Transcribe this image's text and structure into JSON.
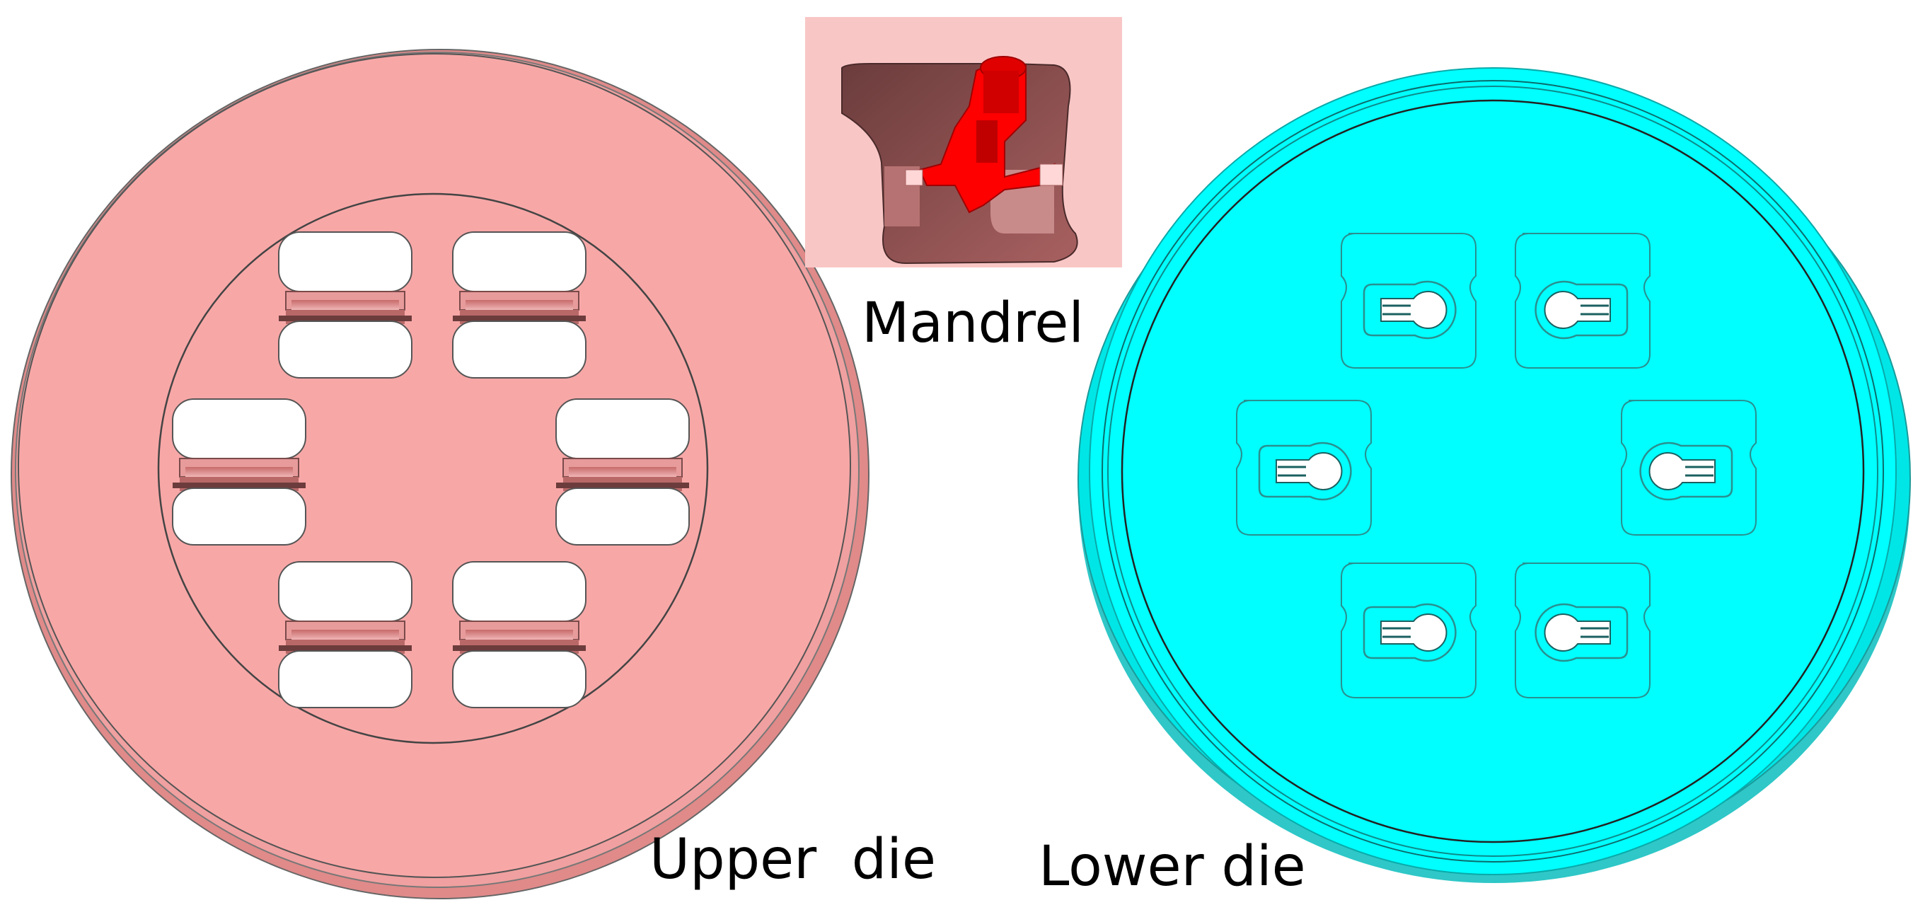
{
  "labels": {
    "mandrel": "Mandrel",
    "upper_die": "Upper  die",
    "lower_die": "Lower die"
  },
  "colors": {
    "upper_die": "#f8a7a7",
    "upper_die_rim": "#e08a8a",
    "lower_die": "#00ffff",
    "lower_die_rim": "#2fd8d8",
    "mandrel_bg": "#f9c6c6",
    "mandrel_part": "#ff0000",
    "outline": "#555555"
  }
}
